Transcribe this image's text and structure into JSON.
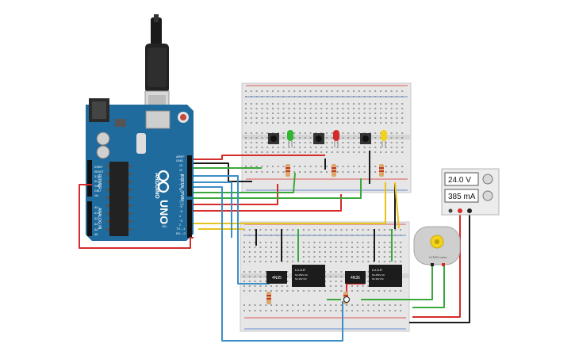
{
  "arduino": {
    "logo": "ARDUINO",
    "model": "UNO",
    "digital_label": "DIGITAL (PWM~)",
    "analog_label": "ANALOG IN",
    "power_label": "POWER",
    "tx_label": "TX",
    "rx_label": "RX",
    "on_label": "ON",
    "aref_label": "AREF",
    "gnd_label": "GND",
    "power_pins": [
      "IOREF",
      "RESET",
      "3.3V",
      "5V",
      "GND",
      "GND",
      "Vin"
    ],
    "analog_pins": [
      "A0",
      "A1",
      "A2",
      "A3",
      "A4",
      "A5"
    ],
    "digital_pins": [
      "13",
      "12",
      "~11",
      "~10",
      "~9",
      "8",
      "7",
      "~6",
      "~5",
      "4",
      "~3",
      "2",
      "TX→1",
      "RX←0"
    ]
  },
  "relays": [
    {
      "label": "LU-5-R",
      "spec1": "5A 250V AC",
      "spec2": "5A 30V DC"
    },
    {
      "label": "LU-5-R",
      "spec1": "5A 250V AC",
      "spec2": "5A 30V DC"
    }
  ],
  "optocouplers": [
    "4N35",
    "4N35"
  ],
  "power_supply": {
    "voltage": "24.0 V",
    "current": "385 mA"
  },
  "motor": {
    "label": "HYDRO motor"
  },
  "colors": {
    "arduino_board": "#1f6b9e",
    "breadboard": "#e6e6e6",
    "wire_red": "#d62b2b",
    "wire_black": "#1a1a1a",
    "wire_green": "#3aa83a",
    "wire_yellow": "#e8c31a",
    "wire_blue": "#3c8ec9",
    "led_green": "#2fb52f",
    "led_red": "#d42a2a",
    "led_yellow": "#f2d21b"
  }
}
